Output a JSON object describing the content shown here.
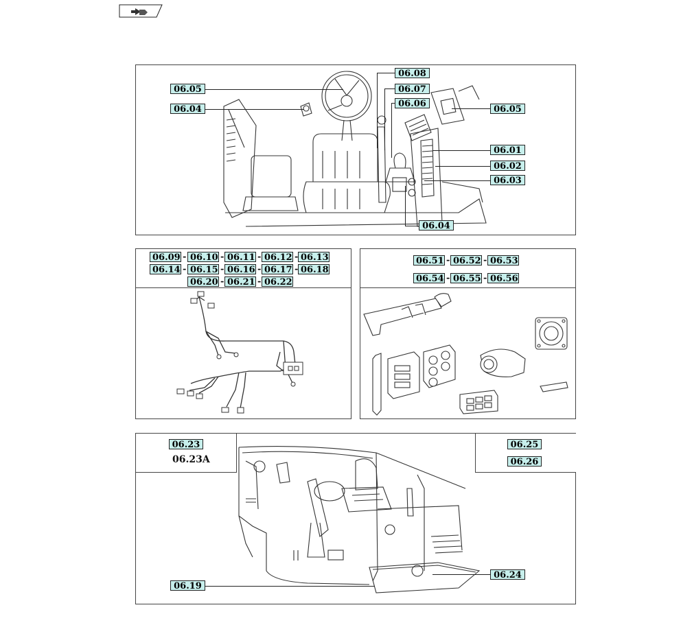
{
  "icons": {
    "back": "return-arrow-icon"
  },
  "tag_color": "#c7efec",
  "panel_top": {
    "labels": [
      "06.05",
      "06.04",
      "06.08",
      "06.07",
      "06.06",
      "06.05",
      "06.01",
      "06.02",
      "06.03",
      "06.04"
    ]
  },
  "panel_harness": {
    "rows": [
      [
        "06.09",
        "06.10",
        "06.11",
        "06.12",
        "06.13"
      ],
      [
        "06.14",
        "06.15",
        "06.16",
        "06.17",
        "06.18"
      ],
      [
        "06.20",
        "06.21",
        "06.22"
      ]
    ]
  },
  "panel_connectors": {
    "rows": [
      [
        "06.51",
        "06.52",
        "06.53"
      ],
      [
        "06.54",
        "06.55",
        "06.56"
      ]
    ]
  },
  "panel_bottom": {
    "left_box": {
      "tag": "06.23",
      "text": "06.23A"
    },
    "right_box": [
      "06.25",
      "06.26"
    ],
    "callouts": [
      "06.19",
      "06.24"
    ]
  },
  "separator": "-"
}
